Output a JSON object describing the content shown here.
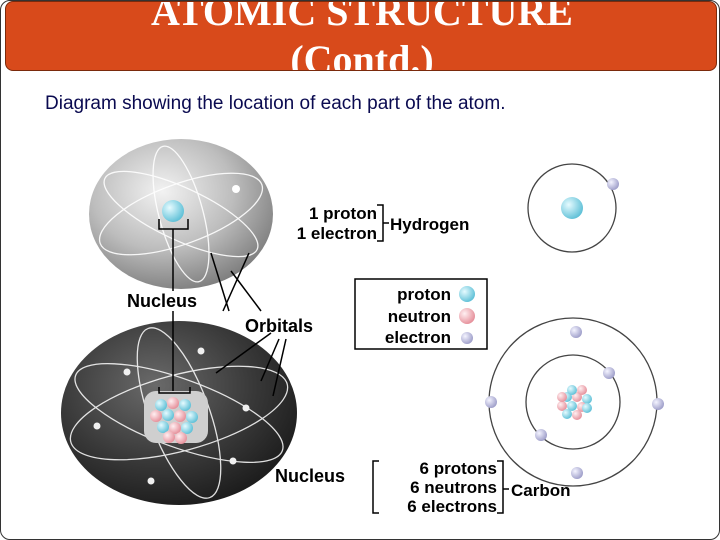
{
  "slide": {
    "title_line1": "ATOMIC STRUCTURE",
    "title_line2": "(Contd.)",
    "subtitle": "Diagram showing the location of each part of the atom."
  },
  "diagram": {
    "labels": {
      "nucleus_top": "Nucleus",
      "orbitals": "Orbitals",
      "nucleus_bottom": "Nucleus"
    },
    "hydrogen": {
      "name": "Hydrogen",
      "lines": [
        "1 proton",
        "1 electron"
      ]
    },
    "carbon": {
      "name": "Carbon",
      "lines": [
        "6 protons",
        "6 neutrons",
        "6 electrons"
      ]
    },
    "legend": [
      {
        "label": "proton",
        "color": "#7fd0e0"
      },
      {
        "label": "neutron",
        "color": "#f0a8b0"
      },
      {
        "label": "electron",
        "color": "#b4b4d8"
      }
    ]
  }
}
